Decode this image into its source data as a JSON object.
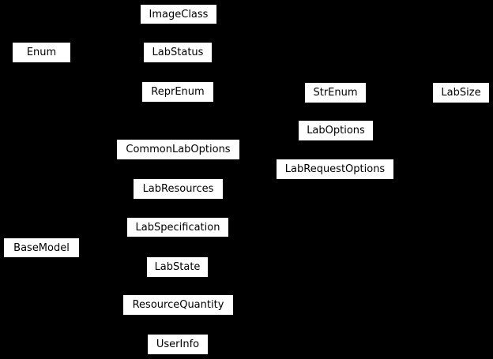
{
  "diagram": {
    "type": "inheritance-diagram",
    "colors": {
      "background": "#000000",
      "node_fill": "#ffffff",
      "node_text": "#000000"
    },
    "nodes": [
      {
        "label": "ImageClass"
      },
      {
        "label": "Enum"
      },
      {
        "label": "LabStatus"
      },
      {
        "label": "ReprEnum"
      },
      {
        "label": "StrEnum"
      },
      {
        "label": "LabSize"
      },
      {
        "label": "LabOptions"
      },
      {
        "label": "CommonLabOptions"
      },
      {
        "label": "LabRequestOptions"
      },
      {
        "label": "LabResources"
      },
      {
        "label": "LabSpecification"
      },
      {
        "label": "BaseModel"
      },
      {
        "label": "LabState"
      },
      {
        "label": "ResourceQuantity"
      },
      {
        "label": "UserInfo"
      }
    ]
  }
}
